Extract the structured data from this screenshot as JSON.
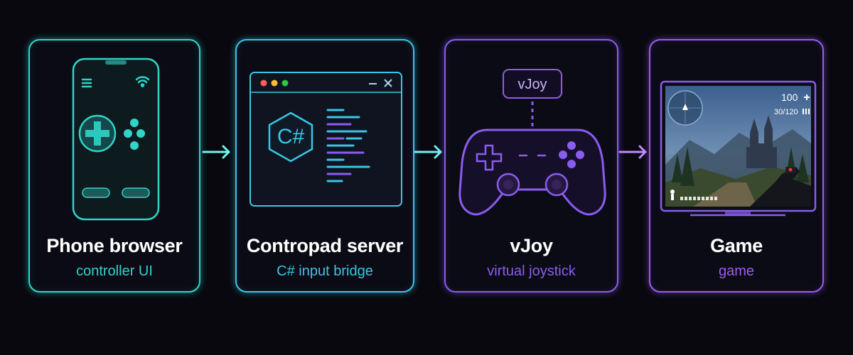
{
  "stages": [
    {
      "title": "Phone browser",
      "subtitle": "controller UI",
      "icon": "phone-controller-icon",
      "color": "#2fd6c8"
    },
    {
      "title": "Contropad server",
      "subtitle": "C# input bridge",
      "icon": "csharp-window-icon",
      "color": "#39c6e6"
    },
    {
      "title": "vJoy",
      "subtitle": "virtual joystick",
      "icon": "gamepad-icon",
      "color": "#8b5cf0"
    },
    {
      "title": "Game",
      "subtitle": "game",
      "icon": "game-monitor-icon",
      "color": "#9b5cf0"
    }
  ],
  "server_window": {
    "logo_text": "C#"
  },
  "vjoy_badge": {
    "label": "vJoy"
  },
  "game_hud": {
    "health": "100",
    "ammo": "30/120"
  },
  "colors": {
    "background": "#08080e",
    "teal": "#2fd6c8",
    "cyan": "#39c6e6",
    "purple": "#8b5cf0"
  }
}
